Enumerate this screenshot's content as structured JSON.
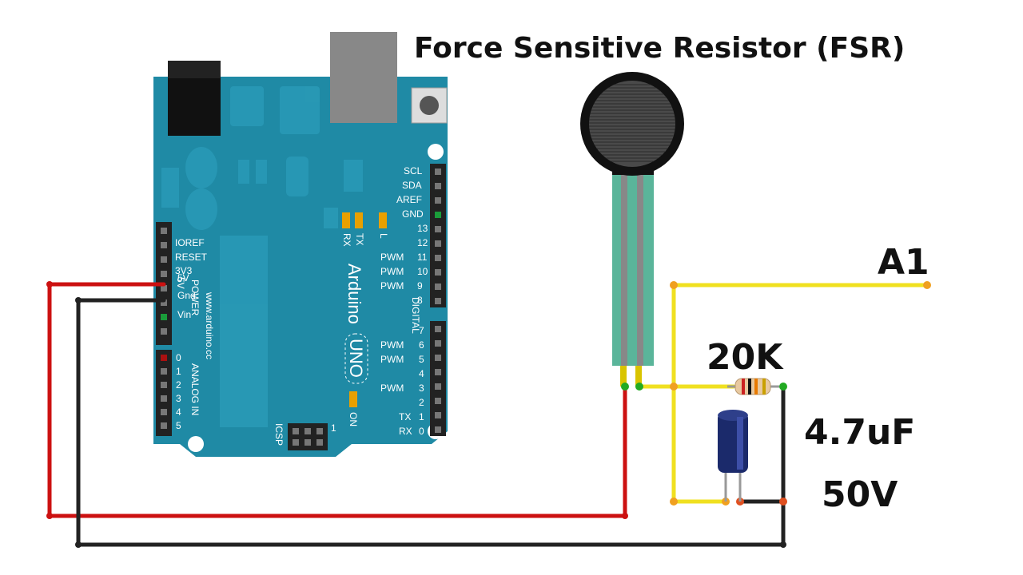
{
  "title": "Force Sensitive Resistor (FSR)",
  "labels": {
    "analog_pin": "A1",
    "resistor": "20K",
    "capacitor_value": "4.7uF",
    "capacitor_voltage": "50V"
  },
  "board": {
    "brand": "Arduino",
    "model": "UNO",
    "url": "www.arduino.cc",
    "power_header": [
      "IOREF",
      "RESET",
      "3V3",
      "5V",
      "Gnd",
      "Vin"
    ],
    "power_label": "POWER",
    "analog_label": "ANALOG IN",
    "analog_pins": [
      "0",
      "1",
      "2",
      "3",
      "4",
      "5"
    ],
    "digital_top": [
      "SCL",
      "SDA",
      "AREF",
      "GND"
    ],
    "digital_label": "DIGITAL",
    "digital_numbers_top": [
      "13",
      "12",
      "11",
      "10",
      "9",
      "8"
    ],
    "digital_numbers_bottom": [
      "7",
      "6",
      "5",
      "4",
      "3",
      "2",
      "1",
      "0"
    ],
    "pwm": "PWM",
    "tx": "TX",
    "rx": "RX",
    "led_l": "L",
    "on": "ON",
    "icsp": "ICSP",
    "icsp_pin1": "1"
  },
  "colors": {
    "board": "#1f8aa5",
    "wire_red": "#cc1111",
    "wire_black": "#222222",
    "wire_yellow": "#f0e020",
    "fsr_lead": "#5ab59a"
  }
}
